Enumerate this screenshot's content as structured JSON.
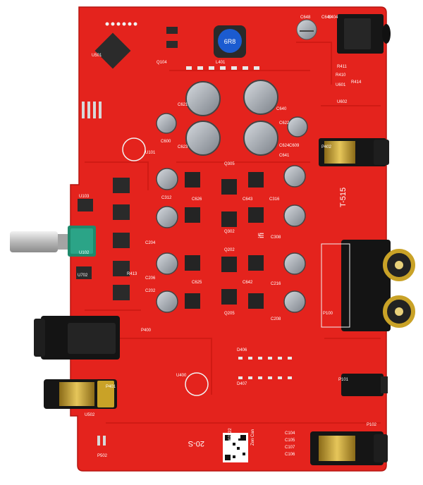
{
  "board": {
    "colors": {
      "pcb": "#e4231d",
      "pcb_dark": "#c61812",
      "trace": "#d01a14",
      "silk": "#ffffff",
      "chip": "#2a2a2a",
      "gold": "#c9a227",
      "cap": "#9aa0a6"
    },
    "labels": {
      "model_main": "T-515",
      "model_bottom": "20-S",
      "brand": "ifi",
      "product": "Zen Can",
      "serial": "50021002222"
    },
    "refs": {
      "power_caps": [
        "C621",
        "C622",
        "C623",
        "C624",
        "C640",
        "C641"
      ],
      "left_caps": [
        "C312",
        "C204",
        "C206",
        "C202"
      ],
      "right_caps": [
        "C316",
        "C308",
        "C216",
        "C208"
      ],
      "mid_caps": [
        "C626",
        "C625",
        "C643",
        "C642"
      ],
      "transistors": [
        "Q305",
        "Q302",
        "Q202",
        "Q205"
      ],
      "misc": [
        "C600",
        "C609",
        "C648",
        "C649",
        "L401",
        "L404",
        "U101",
        "U501",
        "U502",
        "U601",
        "U602",
        "U702",
        "P400",
        "P401",
        "P100",
        "P101",
        "P102",
        "P402",
        "P502",
        "D406",
        "D407",
        "C104",
        "C105",
        "C106",
        "C107",
        "U102",
        "U103",
        "U400",
        "R410",
        "R411",
        "R413",
        "R414",
        "Q104"
      ]
    }
  }
}
